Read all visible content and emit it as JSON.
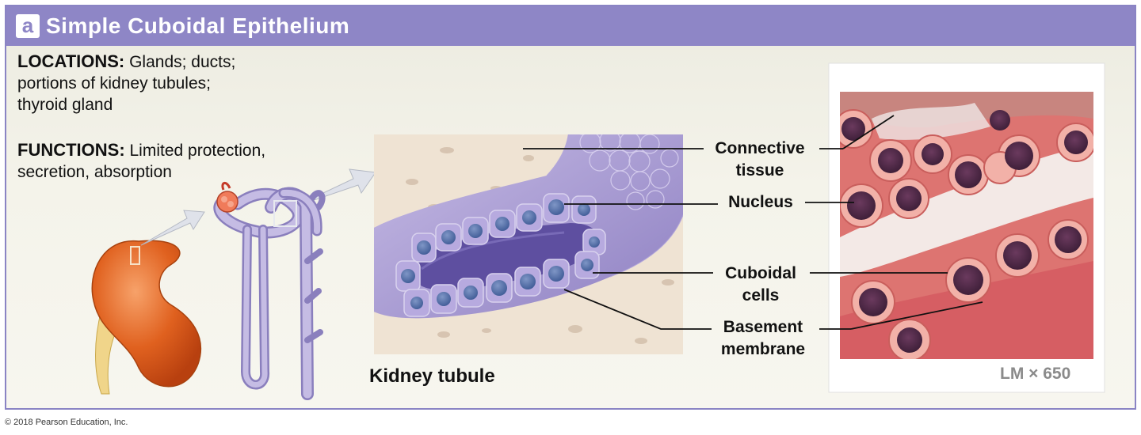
{
  "title": {
    "badge": "a",
    "text": "Simple Cuboidal Epithelium"
  },
  "locations": {
    "heading": "LOCATIONS:",
    "text_line1": "Glands; ducts;",
    "text_line2": "portions of kidney tubules;",
    "text_line3": "thyroid gland"
  },
  "functions": {
    "heading": "FUNCTIONS:",
    "text_line1": "Limited protection,",
    "text_line2": "secretion, absorption"
  },
  "labels": {
    "connective_line1": "Connective",
    "connective_line2": "tissue",
    "nucleus": "Nucleus",
    "cuboidal_line1": "Cuboidal",
    "cuboidal_line2": "cells",
    "basement_line1": "Basement",
    "basement_line2": "membrane"
  },
  "caption": "Kidney tubule",
  "magnification": "LM × 650",
  "copyright": "© 2018 Pearson Education, Inc.",
  "colors": {
    "title_bar": "#8e86c6",
    "kidney": "#e0611f",
    "tubule": "#a79bd2",
    "micrograph": "#d96a68"
  }
}
